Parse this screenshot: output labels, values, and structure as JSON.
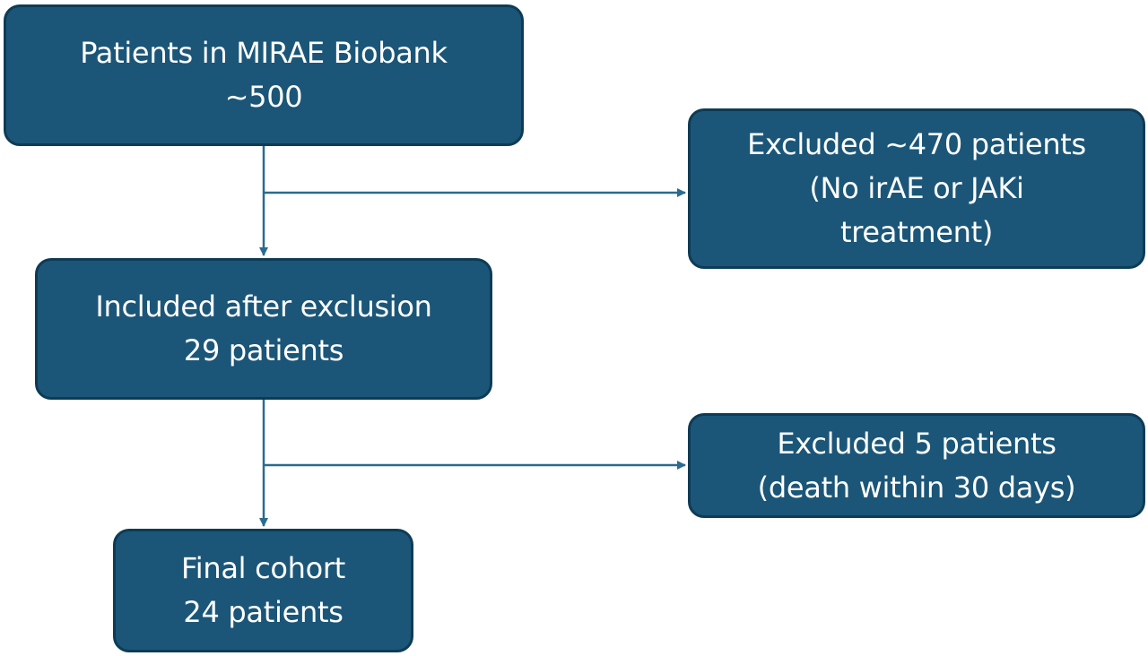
{
  "diagram": {
    "colors": {
      "box_fill": "#1b5678",
      "box_border": "#0e3b55",
      "arrow": "#2a6b8f",
      "text": "#ffffff",
      "background": "#ffffff"
    },
    "boxes": {
      "biobank": {
        "line1": "Patients in MIRAE Biobank",
        "line2": "~500"
      },
      "excluded_first": {
        "line1": "Excluded ~470 patients",
        "line2": "(No irAE or JAKi",
        "line3": "treatment)"
      },
      "included": {
        "line1": "Included after exclusion",
        "line2": "29 patients"
      },
      "excluded_second": {
        "line1": "Excluded 5 patients",
        "line2": "(death within 30 days)"
      },
      "final": {
        "line1": "Final cohort",
        "line2": "24 patients"
      }
    },
    "connections": [
      {
        "from": "biobank",
        "to": "included",
        "type": "arrow"
      },
      {
        "from": "biobank-included-trunk",
        "to": "excluded_first",
        "type": "arrow"
      },
      {
        "from": "included",
        "to": "final",
        "type": "arrow"
      },
      {
        "from": "included-final-trunk",
        "to": "excluded_second",
        "type": "arrow"
      }
    ]
  }
}
